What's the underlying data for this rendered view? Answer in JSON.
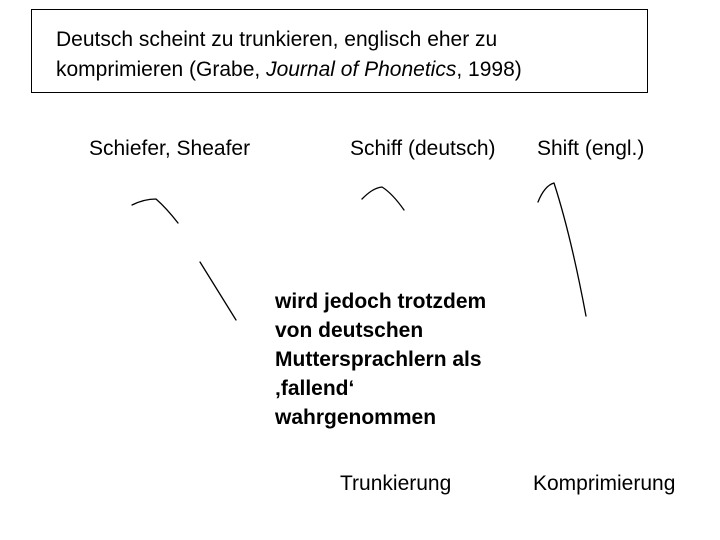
{
  "title": {
    "line1": "Deutsch scheint zu trunkieren, englisch eher zu",
    "line2_prefix": "komprimieren (Grabe, ",
    "line2_journal": "Journal of Phonetics",
    "line2_suffix": ", 1998)"
  },
  "labels": {
    "schiefer_sheafer": "Schiefer, Sheafer",
    "schiff_deutsch": "Schiff (deutsch)",
    "shift_engl": "Shift (engl.)",
    "trunkierung": "Trunkierung",
    "komprimierung": "Komprimierung"
  },
  "note": {
    "lines": [
      "wird jedoch trotzdem",
      "von deutschen",
      "Muttersprachlern als",
      "‚fallend‘",
      "wahrgenommen"
    ]
  },
  "contours": [
    "schiefer-contour-short",
    "schiefer-contour-long",
    "schiff-contour",
    "shift-contour"
  ]
}
